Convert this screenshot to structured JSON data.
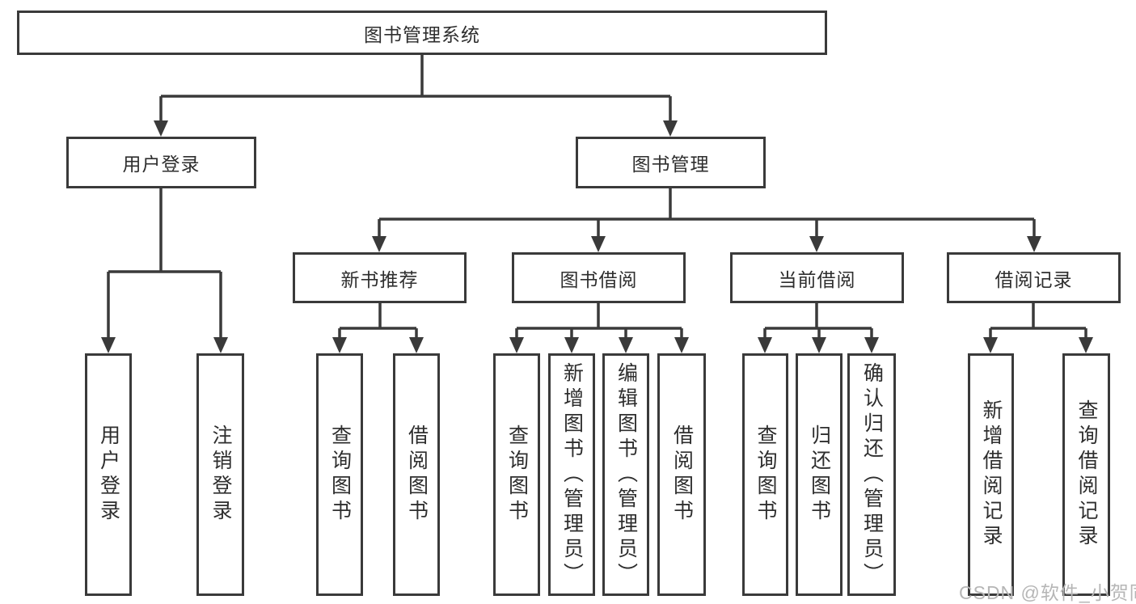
{
  "watermark": "CSDN @软件_小贺同学",
  "colors": {
    "line": "#3a3a3a",
    "text": "#2e2e2e",
    "box_background": "#ffffff",
    "watermark": "#b6b6b6",
    "page_background": "#ffffff"
  },
  "tree": {
    "label": "图书管理系统",
    "children": [
      {
        "label": "用户登录",
        "children": [
          {
            "label": "用户登录"
          },
          {
            "label": "注销登录"
          }
        ]
      },
      {
        "label": "图书管理",
        "children": [
          {
            "label": "新书推荐",
            "children": [
              {
                "label": "查询图书"
              },
              {
                "label": "借阅图书"
              }
            ]
          },
          {
            "label": "图书借阅",
            "children": [
              {
                "label": "查询图书"
              },
              {
                "label": "新增图书（管理员）"
              },
              {
                "label": "编辑图书（管理员）"
              },
              {
                "label": "借阅图书"
              }
            ]
          },
          {
            "label": "当前借阅",
            "children": [
              {
                "label": "查询图书"
              },
              {
                "label": "归还图书"
              },
              {
                "label": "确认归还（管理员）"
              }
            ]
          },
          {
            "label": "借阅记录",
            "children": [
              {
                "label": "新增借阅记录"
              },
              {
                "label": "查询借阅记录"
              }
            ]
          }
        ]
      }
    ]
  }
}
